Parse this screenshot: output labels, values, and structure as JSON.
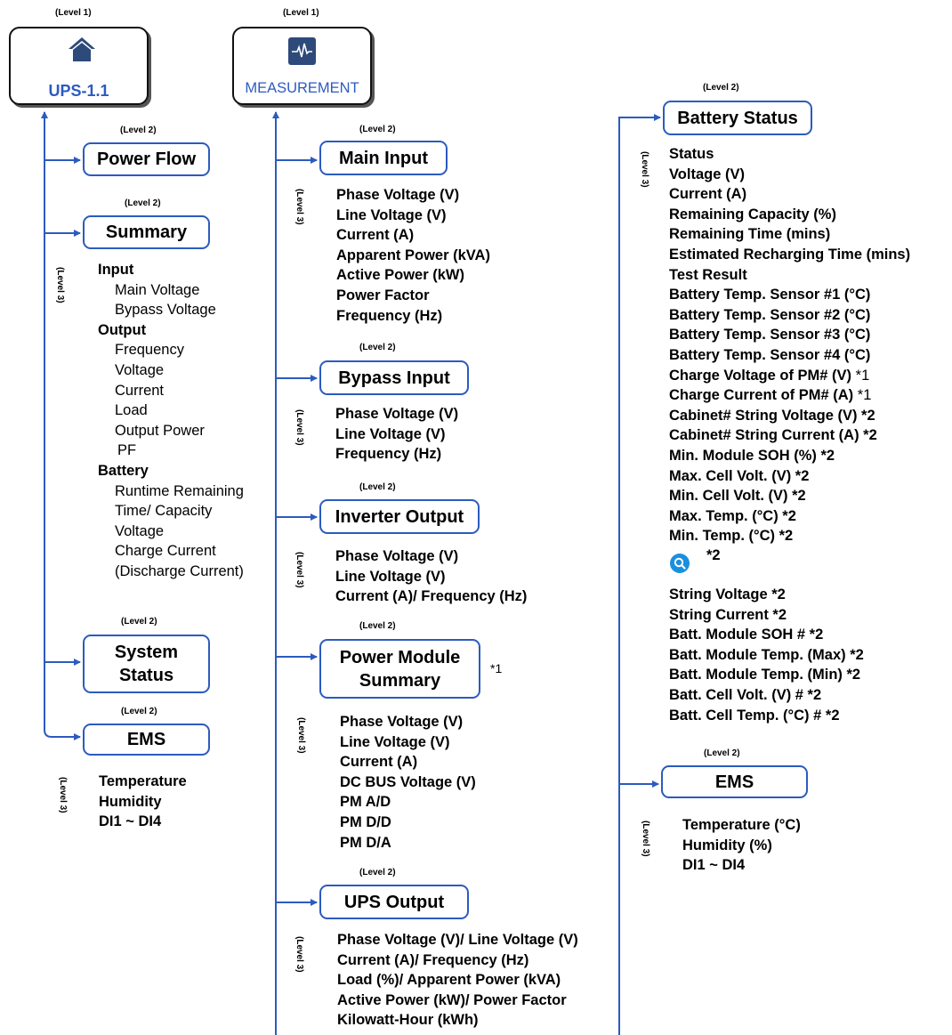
{
  "level_labels": {
    "l1": "(Level 1)",
    "l2": "(Level 2)",
    "l3": "(Level 3)"
  },
  "ups": {
    "title": "UPS-1.1",
    "icon": "home-icon",
    "power_flow": "Power Flow",
    "summary": {
      "title": "Summary",
      "items": [
        {
          "text": "Input",
          "style": "header"
        },
        {
          "text": "Main Voltage",
          "style": "sub"
        },
        {
          "text": "Bypass Voltage",
          "style": "sub"
        },
        {
          "text": "Output",
          "style": "header"
        },
        {
          "text": "Frequency",
          "style": "sub"
        },
        {
          "text": "Voltage",
          "style": "sub"
        },
        {
          "text": "Current",
          "style": "sub"
        },
        {
          "text": "Load",
          "style": "sub"
        },
        {
          "text": "Output Power",
          "style": "sub"
        },
        {
          "text": "PF",
          "style": "sub2"
        },
        {
          "text": "Battery",
          "style": "header"
        },
        {
          "text": "Runtime Remaining",
          "style": "sub"
        },
        {
          "text": "Time/ Capacity",
          "style": "sub"
        },
        {
          "text": "Voltage",
          "style": "sub"
        },
        {
          "text": "Charge Current",
          "style": "sub"
        },
        {
          "text": "(Discharge Current)",
          "style": "sub"
        }
      ]
    },
    "system_status": "System Status",
    "ems": {
      "title": "EMS",
      "items": [
        "Temperature",
        "Humidity",
        "DI1 ~ DI4"
      ]
    }
  },
  "measurement": {
    "title": "MEASUREMENT",
    "icon": "pulse-icon",
    "main_input": {
      "title": "Main Input",
      "items": [
        "Phase Voltage (V)",
        "Line Voltage (V)",
        "Current (A)",
        "Apparent Power (kVA)",
        "Active Power (kW)",
        "Power Factor",
        "Frequency (Hz)"
      ]
    },
    "bypass_input": {
      "title": "Bypass Input",
      "items": [
        "Phase Voltage (V)",
        "Line Voltage (V)",
        "Frequency (Hz)"
      ]
    },
    "inverter_output": {
      "title": "Inverter Output",
      "items": [
        "Phase Voltage (V)",
        "Line Voltage (V)",
        "Current (A)/ Frequency (Hz)"
      ]
    },
    "power_module_summary": {
      "title": "Power Module Summary",
      "note": "*1",
      "items": [
        "Phase Voltage (V)",
        "Line Voltage (V)",
        "Current (A)",
        "DC BUS Voltage (V)",
        "PM A/D",
        "PM D/D",
        "PM D/A"
      ]
    },
    "ups_output": {
      "title": "UPS Output",
      "items": [
        "Phase Voltage (V)/ Line Voltage (V)",
        "Current (A)/ Frequency (Hz)",
        "Load (%)/ Apparent Power (kVA)",
        "Active Power (kW)/ Power Factor",
        "Kilowatt-Hour (kWh)"
      ]
    }
  },
  "battery_status": {
    "title": "Battery Status",
    "items_a": [
      {
        "text": "Status"
      },
      {
        "text": "Voltage (V)"
      },
      {
        "text": "Current (A)"
      },
      {
        "text": "Remaining Capacity (%)"
      },
      {
        "text": "Remaining Time (mins)"
      },
      {
        "text": "Estimated Recharging Time (mins)"
      },
      {
        "text": "Test Result"
      },
      {
        "text": "Battery Temp. Sensor #1 (°C)"
      },
      {
        "text": "Battery Temp. Sensor #2 (°C)"
      },
      {
        "text": "Battery Temp. Sensor #3 (°C)"
      },
      {
        "text": "Battery Temp. Sensor #4 (°C)"
      },
      {
        "text": "Charge Voltage of PM# (V)",
        "note": " *1"
      },
      {
        "text": "Charge Current of PM# (A)",
        "note": " *1"
      },
      {
        "text": "Cabinet# String Voltage (V) *2"
      },
      {
        "text": "Cabinet# String Current (A) *2"
      },
      {
        "text": "Min. Module SOH (%) *2"
      },
      {
        "text": "Max. Cell Volt. (V) *2"
      },
      {
        "text": "Min. Cell Volt. (V) *2"
      },
      {
        "text": "Max. Temp. (°C) *2"
      },
      {
        "text": "Min. Temp. (°C) *2"
      }
    ],
    "search_icon": "search-icon",
    "search_note": "*2",
    "items_b": [
      "String Voltage *2",
      "String Current *2",
      "Batt. Module SOH # *2",
      "Batt. Module Temp. (Max) *2",
      "Batt. Module Temp. (Min) *2",
      "Batt. Cell Volt. (V) # *2",
      "Batt. Cell Temp. (°C) # *2"
    ]
  },
  "ems_right": {
    "title": "EMS",
    "items": [
      "Temperature (°C)",
      "Humidity (%)",
      "DI1 ~ DI4"
    ]
  },
  "colors": {
    "accent": "#2c5bbf",
    "icon_blue": "#2d4a7a",
    "search_blue": "#1a8fe0"
  }
}
